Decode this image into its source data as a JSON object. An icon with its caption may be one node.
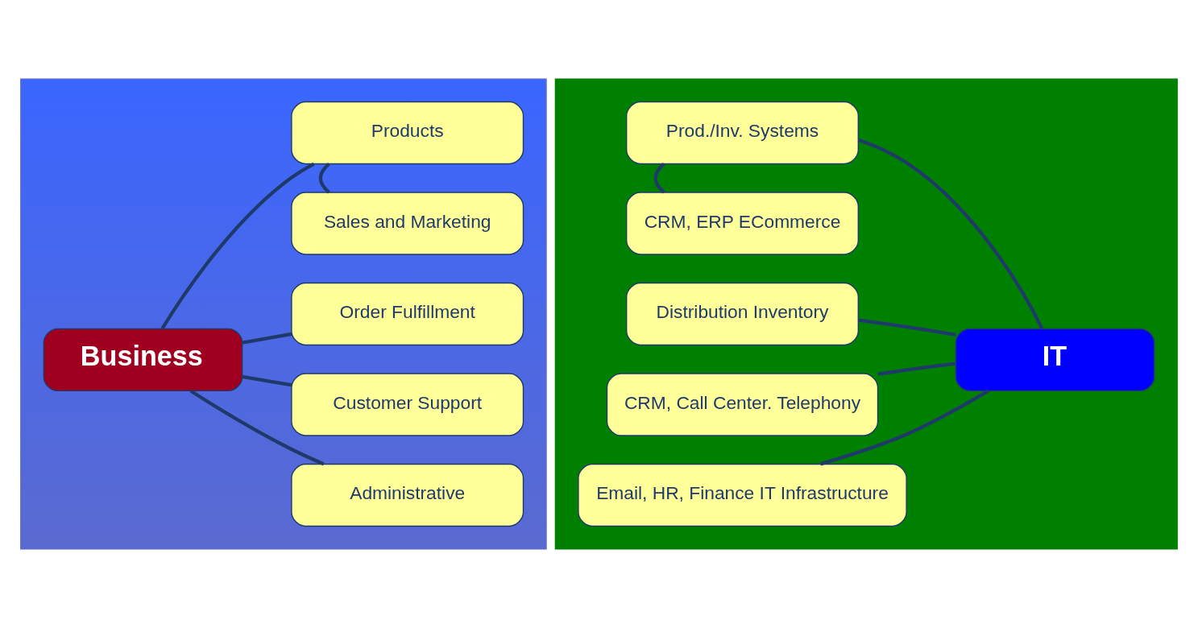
{
  "diagram": {
    "nodes": [
      {
        "text": [],
        "shape": "box"
      },
      {
        "text": [
          "Business"
        ],
        "in": 0
      },
      {
        "text": [
          "Products"
        ],
        "in": 0
      },
      {
        "text": [
          "Sales and Marketing"
        ],
        "in": 0
      },
      {
        "text": [
          "Order Fulfillment"
        ],
        "in": 0
      },
      {
        "text": [
          "Customer Support"
        ],
        "in": 0
      },
      {
        "text": [
          "Administrative"
        ],
        "in": 0
      },
      {
        "text": [],
        "shape": "box"
      },
      {
        "text": [
          "IT"
        ],
        "in": 7
      },
      {
        "text": [
          "Prod./Inv. Systems"
        ],
        "in": 7
      },
      {
        "text": [
          "CRM, ERP ECommerce"
        ],
        "in": 7
      },
      {
        "text": [
          "Distribution Inventory"
        ],
        "in": 7
      },
      {
        "text": [
          "CRM, Call Center. Telephony"
        ],
        "in": 7
      },
      {
        "text": [
          "Email, HR, Finance IT Infrastructure"
        ],
        "in": 7
      }
    ],
    "edges": [
      {
        "from": 1,
        "to": 2,
        "arrow": "none"
      },
      {
        "from": 2,
        "to": 3,
        "arrow": "none"
      },
      {
        "from": 1,
        "to": 4,
        "arrow": "none"
      },
      {
        "from": 1,
        "to": 5,
        "arrow": "none"
      },
      {
        "from": 1,
        "to": 6,
        "arrow": "none"
      },
      {
        "from": 8,
        "to": 9,
        "arrow": "none"
      },
      {
        "from": 9,
        "to": 10,
        "arrow": "none"
      },
      {
        "from": 8,
        "to": 11,
        "arrow": "none"
      },
      {
        "from": 8,
        "to": 12,
        "arrow": "none"
      },
      {
        "from": 8,
        "to": 13,
        "arrow": "none"
      }
    ]
  }
}
